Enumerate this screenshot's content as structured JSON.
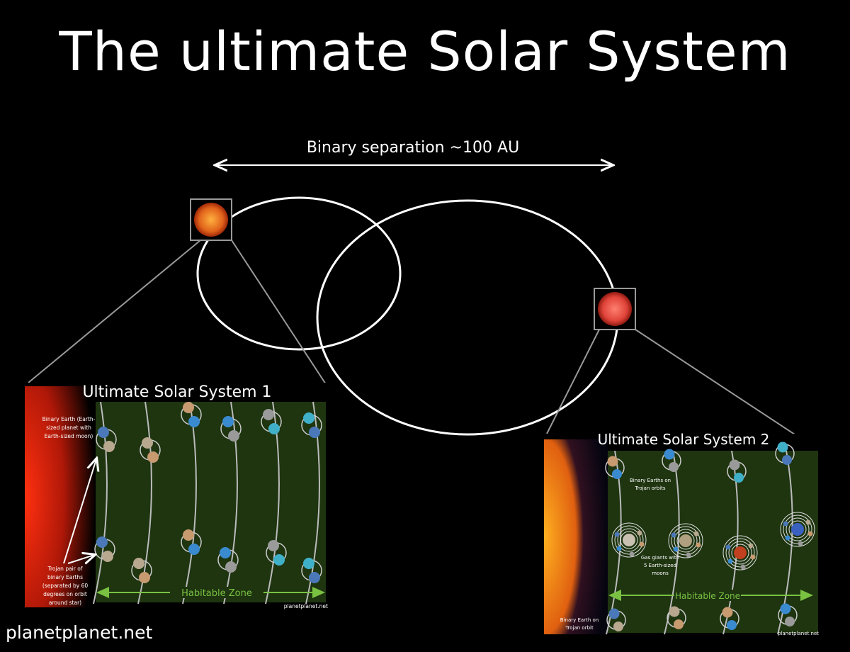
{
  "title": "The ultimate Solar System",
  "separation_label": "Binary separation ~100 AU",
  "footer_site": "planetplanet.net",
  "colors": {
    "background": "#000000",
    "zone_green": "#1e3510",
    "zone_label": "#7ac142",
    "star1": "#e0621a",
    "star2": "#e0443a"
  },
  "inset1": {
    "title": "Ultimate Solar System 1",
    "note_binary": [
      "Binary Earth (Earth-",
      "sized planet with",
      "Earth-sized moon)"
    ],
    "note_trojan": [
      "Trojan pair of",
      "binary Earths",
      "(separated by 60",
      "degrees on orbit",
      "around star)"
    ],
    "zone_label": "Habitable Zone",
    "credit": "planetplanet.net"
  },
  "inset2": {
    "title": "Ultimate Solar System 2",
    "note_trojan": [
      "Binary Earths on",
      "Trojan orbits"
    ],
    "note_giants": [
      "Gas giants with",
      "5 Earth-sized",
      "moons"
    ],
    "note_single": [
      "Binary Earth on",
      "Trojan orbit"
    ],
    "zone_label": "Habitable Zone",
    "credit": "planetplanet.net"
  }
}
